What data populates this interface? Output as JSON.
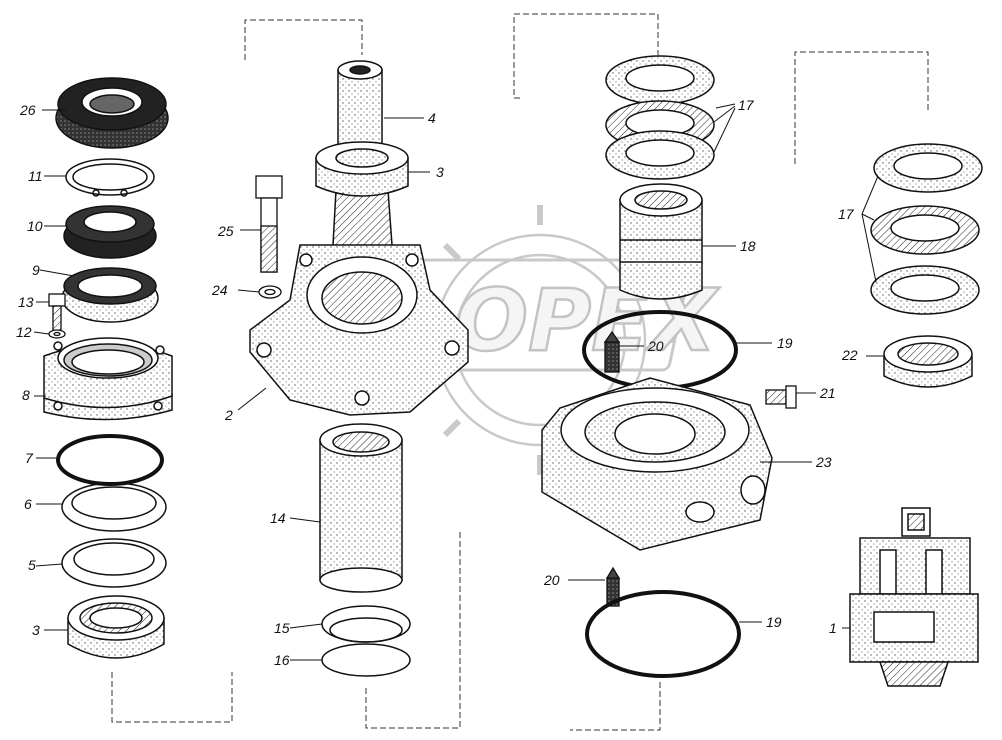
{
  "watermark": {
    "text": "OPEX"
  },
  "callouts": {
    "c26": "26",
    "c11": "11",
    "c10": "10",
    "c9": "9",
    "c13": "13",
    "c12": "12",
    "c8": "8",
    "c7": "7",
    "c6": "6",
    "c5": "5",
    "c3l": "3",
    "c4": "4",
    "c3r": "3",
    "c25": "25",
    "c24": "24",
    "c2": "2",
    "c14": "14",
    "c15": "15",
    "c16": "16",
    "c17a": "17",
    "c18": "18",
    "c20a": "20",
    "c19a": "19",
    "c21": "21",
    "c23": "23",
    "c20b": "20",
    "c19b": "19",
    "c17b": "17",
    "c22": "22",
    "c1": "1"
  }
}
